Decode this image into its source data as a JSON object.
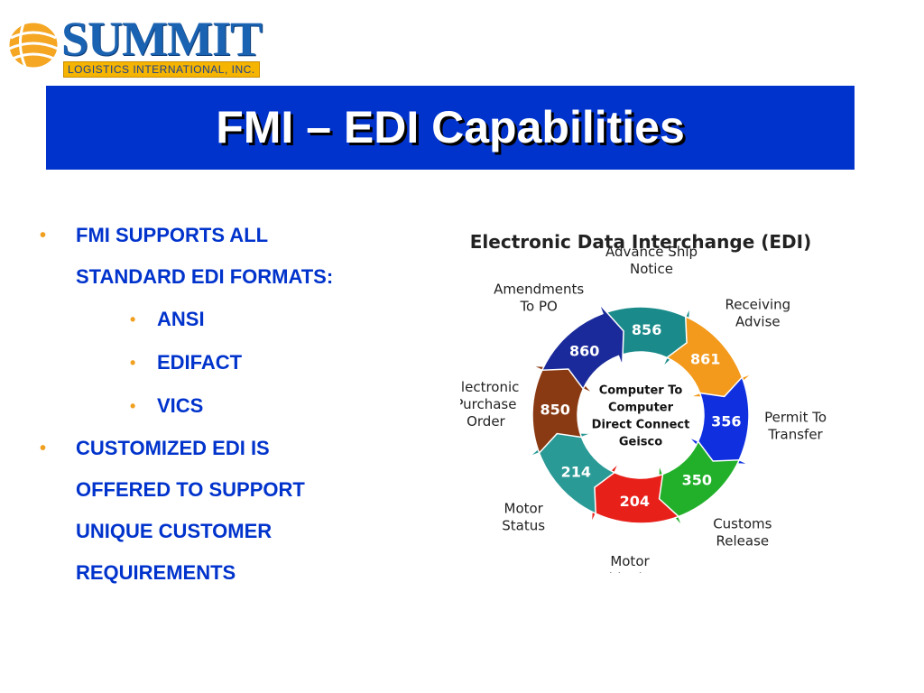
{
  "logo": {
    "word": "SUMMIT",
    "tagline": "LOGISTICS INTERNATIONAL, INC."
  },
  "title": "FMI – EDI Capabilities",
  "bullets": [
    {
      "text": "FMI SUPPORTS ALL STANDARD EDI FORMATS:",
      "lines": [
        "FMI SUPPORTS ALL",
        "STANDARD EDI FORMATS:"
      ]
    },
    {
      "text": "CUSTOMIZED EDI IS OFFERED TO SUPPORT UNIQUE CUSTOMER REQUIREMENTS",
      "lines": [
        "CUSTOMIZED EDI IS",
        "OFFERED TO SUPPORT",
        "UNIQUE CUSTOMER",
        "REQUIREMENTS"
      ]
    }
  ],
  "sub_bullets": [
    "ANSI",
    "EDIFACT",
    "VICS"
  ],
  "bullet_color": "#f0a020",
  "text_color": "#0033cc",
  "banner_color": "#0033cc",
  "diagram": {
    "title": "Electronic Data Interchange (EDI)",
    "center": [
      "Computer To",
      "Computer",
      "Direct Connect",
      "Geisco"
    ],
    "segments": [
      {
        "code": "856",
        "color": "#1a8a8a",
        "label": [
          "Advance Ship",
          "Notice"
        ]
      },
      {
        "code": "861",
        "color": "#f39a1c",
        "label": [
          "Receiving",
          "Advise"
        ]
      },
      {
        "code": "356",
        "color": "#1030e0",
        "label": [
          "Permit To",
          "Transfer"
        ]
      },
      {
        "code": "350",
        "color": "#22b02a",
        "label": [
          "Customs",
          "Release"
        ]
      },
      {
        "code": "204",
        "color": "#e8201a",
        "label": [
          "Motor",
          "Shipping"
        ]
      },
      {
        "code": "214",
        "color": "#2a9a96",
        "label": [
          "Motor",
          "Status"
        ]
      },
      {
        "code": "850",
        "color": "#8a3a12",
        "label": [
          "Electronic",
          "Purchase",
          "Order"
        ]
      },
      {
        "code": "860",
        "color": "#1a2a9a",
        "label": [
          "Amendments",
          "To PO"
        ]
      }
    ]
  }
}
